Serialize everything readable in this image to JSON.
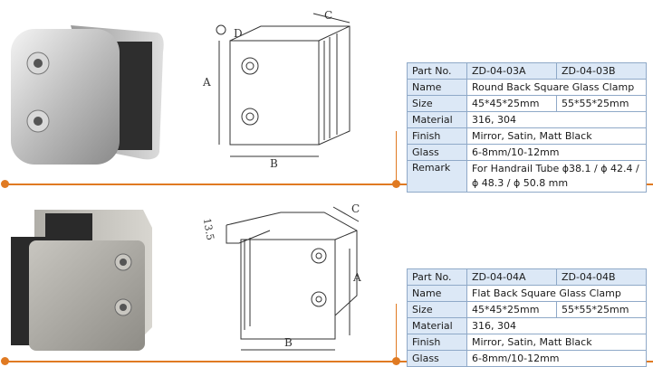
{
  "products": [
    {
      "rows": [
        {
          "label": "Part No.",
          "v1": "ZD-04-03A",
          "v2": "ZD-04-03B"
        },
        {
          "label": "Name",
          "v": "Round Back Square Glass Clamp"
        },
        {
          "label": "Size",
          "v1": "45*45*25mm",
          "v2": "55*55*25mm"
        },
        {
          "label": "Material",
          "v": "316, 304"
        },
        {
          "label": "Finish",
          "v": "Mirror, Satin, Matt Black"
        },
        {
          "label": "Glass",
          "v": "6-8mm/10-12mm"
        },
        {
          "label": "Remark",
          "v": "For Handrail Tube ϕ38.1 / ϕ 42.4  / ϕ 48.3 / ϕ 50.8 mm"
        }
      ],
      "drawing": {
        "a": "A",
        "b": "B",
        "c": "C",
        "d": "D"
      }
    },
    {
      "rows": [
        {
          "label": "Part No.",
          "v1": "ZD-04-04A",
          "v2": "ZD-04-04B"
        },
        {
          "label": "Name",
          "v": "Flat Back Square Glass Clamp"
        },
        {
          "label": "Size",
          "v1": "45*45*25mm",
          "v2": "55*55*25mm"
        },
        {
          "label": "Material",
          "v": "316, 304"
        },
        {
          "label": "Finish",
          "v": "Mirror, Satin, Matt Black"
        },
        {
          "label": "Glass",
          "v": "6-8mm/10-12mm"
        }
      ],
      "drawing": {
        "a": "A",
        "b": "B",
        "c": "C",
        "dim": "13.5"
      }
    }
  ],
  "colors": {
    "accent": "#e07a22",
    "table_header": "#dce8f6",
    "table_border": "#8fa9c8"
  }
}
